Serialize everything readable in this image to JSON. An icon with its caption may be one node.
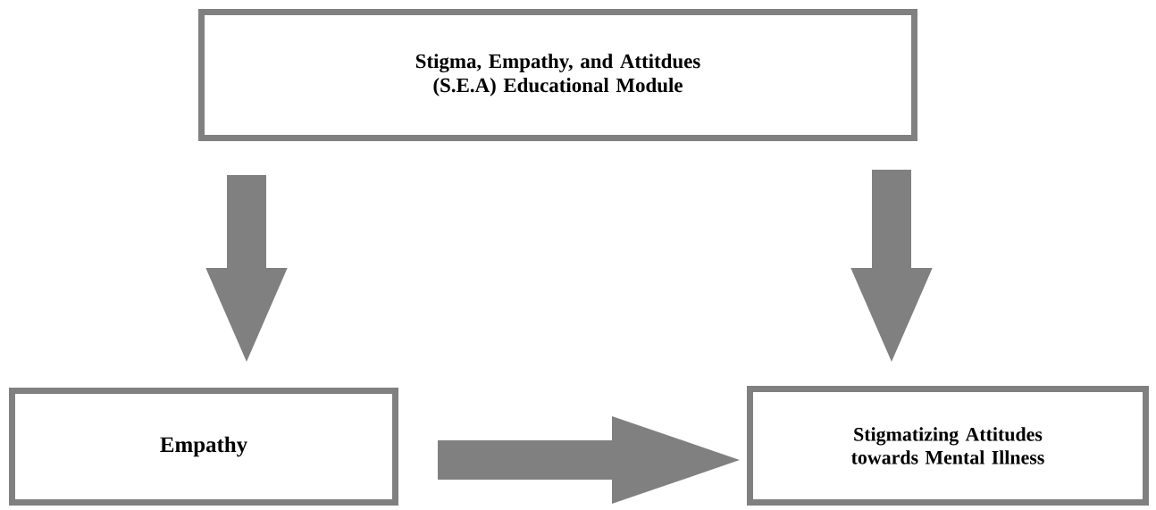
{
  "diagram": {
    "nodes": [
      {
        "text": [
          "Stigma, Empathy, and Attitdues (S.E.A) Educational Module"
        ]
      },
      {
        "text": [
          "Empathy"
        ]
      },
      {
        "text": [
          "Stigmatizing Attitudes towards Mental Illness"
        ]
      }
    ],
    "edges": [
      {
        "from": 0,
        "to": 1,
        "arrow": "to"
      },
      {
        "from": 0,
        "to": 2,
        "arrow": "to"
      },
      {
        "from": 1,
        "to": 2,
        "arrow": "to"
      }
    ]
  }
}
